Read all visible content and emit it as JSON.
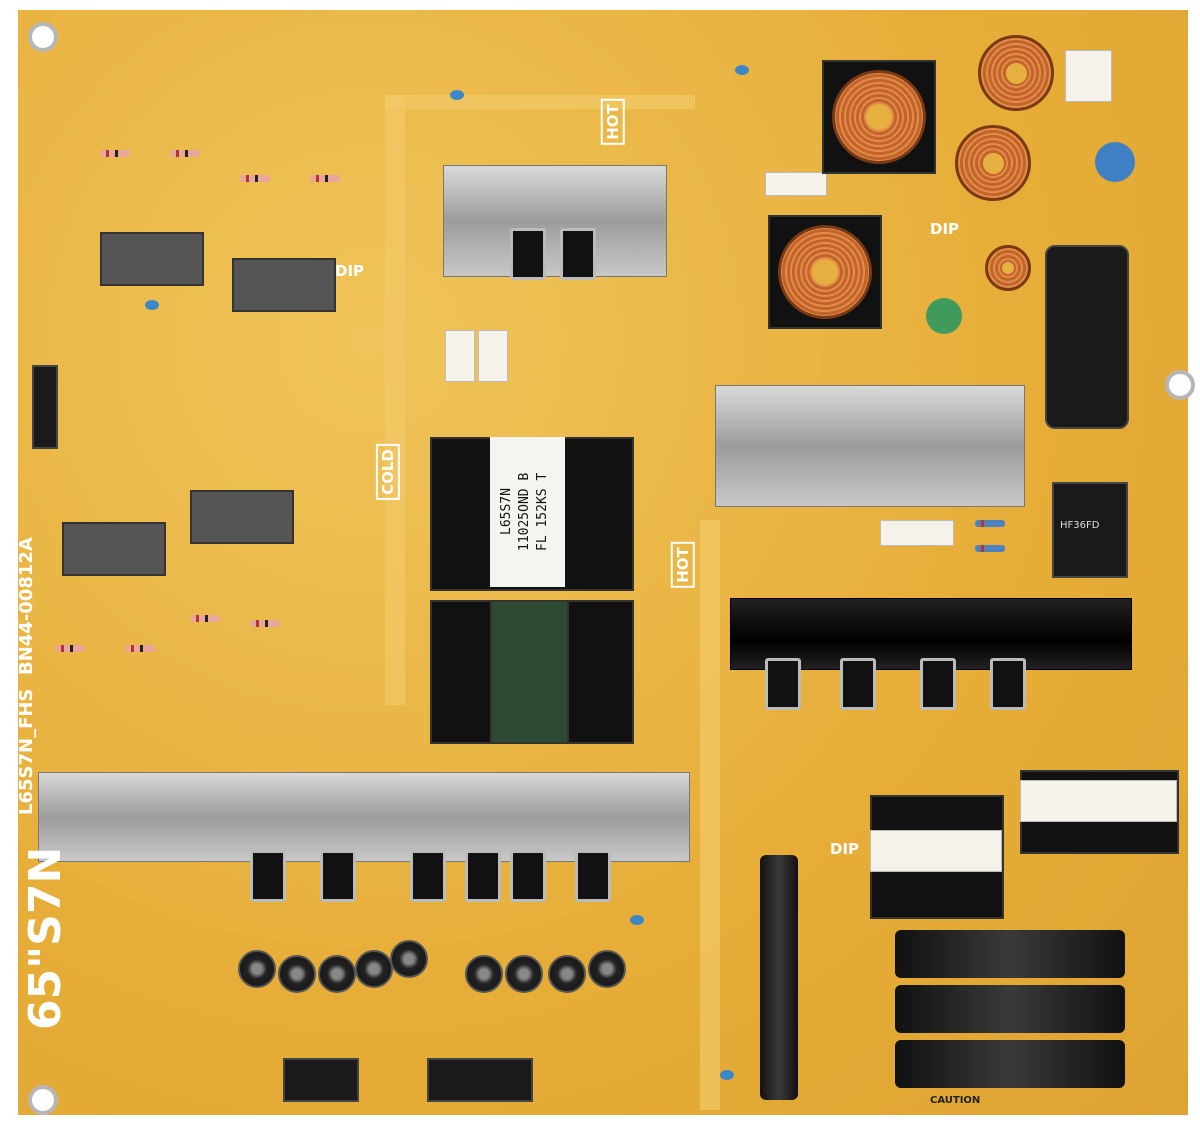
{
  "board": {
    "model_silk": "L65S7N_FHS",
    "part_number": "BN44-00812A",
    "size_mark": "65\"S7N",
    "hot_label": "HOT",
    "cold_label": "COLD",
    "dip_label": "DIP",
    "transformer_text": [
      "L65S7N",
      "11025OND B",
      "FL 152KS T"
    ],
    "relay_text": "HF36FD",
    "caution_label": "CAUTION",
    "colors": {
      "pcb": "#e9b440",
      "heatsink": "#b0b0b0",
      "capacitor": "#111111",
      "copper_coil": "#c1652a"
    }
  }
}
